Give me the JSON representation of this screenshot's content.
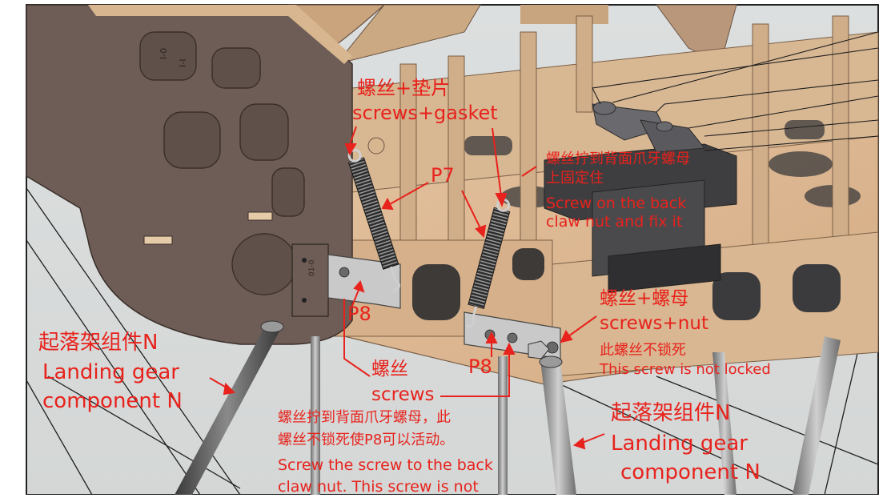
{
  "labels": {
    "screws_gasket_cn": "螺丝+垫片",
    "screws_gasket_en": "screws+gasket",
    "p7": "P7",
    "back_claw_cn_1": "螺丝拧到背面爪牙螺母",
    "back_claw_cn_2": "上固定住",
    "back_claw_en_1": "Screw on the back",
    "back_claw_en_2": "claw nut and fix it",
    "p8_left": "P8",
    "p8_center": "P8",
    "screws_cn": "螺丝",
    "screws_en": "screws",
    "screws_nut_cn": "螺丝+螺母",
    "screws_nut_en": "screws+nut",
    "not_locked_cn": "此螺丝不锁死",
    "not_locked_en": "This screw is not locked",
    "gear_left_cn": "起落架组件N",
    "gear_left_en_1": "Landing gear",
    "gear_left_en_2": "component N",
    "gear_right_cn": "起落架组件N",
    "gear_right_en_1": "Landing gear",
    "gear_right_en_2": "component N",
    "bottom_cn_1": "螺丝拧到背面爪牙螺母，此",
    "bottom_cn_2": "螺丝不锁死使P8可以活动。",
    "bottom_en_1": "Screw the screw to the back",
    "bottom_en_2": "claw nut. This screw is not"
  },
  "part_marks": {
    "pin_1": "I-0",
    "pin_2": "I-I",
    "pin_3": "01-0"
  },
  "colors": {
    "annotation": "#e8221c",
    "plywood": "#d9b48f",
    "plywood_face": "#6e5d56",
    "background": "#d9dcdc",
    "dark_part": "#3c3c3e"
  }
}
